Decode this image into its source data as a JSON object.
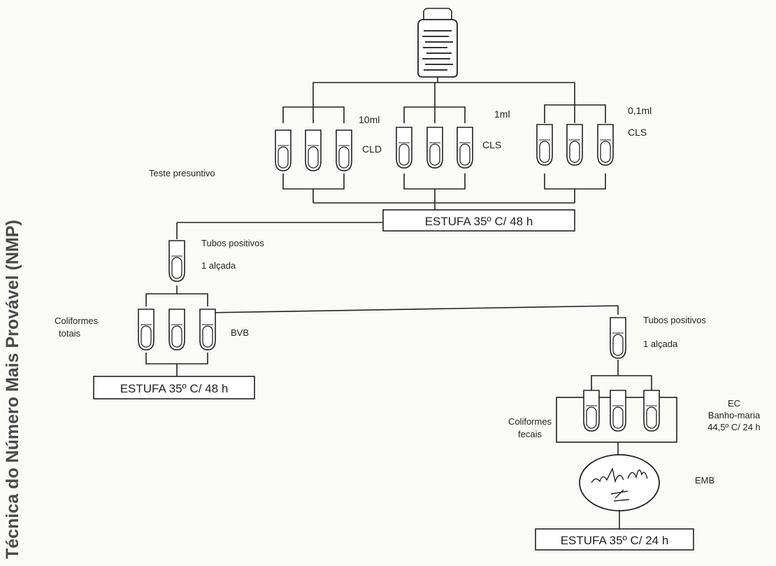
{
  "side_title": "Técnica do Número Mais Provável (NMP)",
  "presumptive": {
    "volumes": [
      "10ml",
      "1ml",
      "0,1ml"
    ],
    "media": [
      "CLD",
      "CLS",
      "CLS"
    ],
    "label": "Teste presuntivo",
    "incubator": "ESTUFA 35º C/ 48 h"
  },
  "branch_total": {
    "positive_label": "Tubos positivos",
    "loop_label": "1 alçada",
    "group_label_line1": "Coliformes",
    "group_label_line2": "totais",
    "medium": "BVB",
    "incubator": "ESTUFA 35º C/ 48 h"
  },
  "branch_fecal": {
    "positive_label": "Tubos positivos",
    "loop_label": "1 alçada",
    "group_label_line1": "Coliformes",
    "group_label_line2": "fecais",
    "medium_line1": "EC",
    "medium_line2": "Banho-maria",
    "medium_line3": "44,5º C/ 24 h",
    "plate_medium": "EMB",
    "incubator": "ESTUFA 35º C/ 24 h"
  }
}
